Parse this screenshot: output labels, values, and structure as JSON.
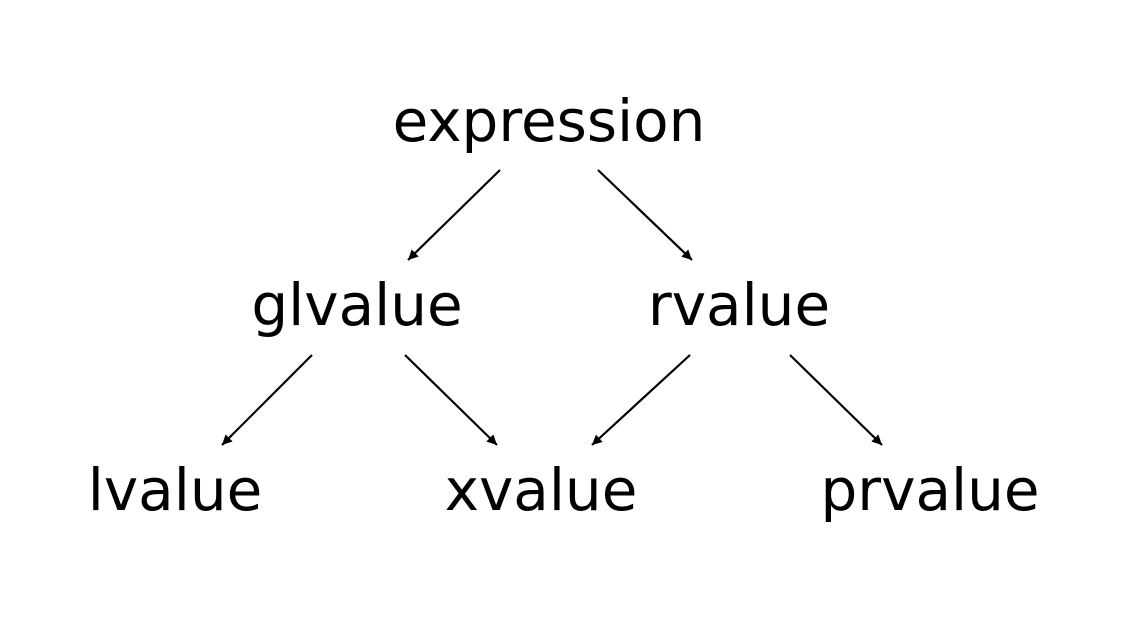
{
  "diagram": {
    "colors": {
      "text": "#000000",
      "edge": "#000000",
      "background": "#ffffff"
    },
    "nodes": {
      "expression": "expression",
      "glvalue": "glvalue",
      "rvalue": "rvalue",
      "lvalue": "lvalue",
      "xvalue": "xvalue",
      "prvalue": "prvalue"
    },
    "edges": [
      {
        "from": "expression",
        "to": "glvalue"
      },
      {
        "from": "expression",
        "to": "rvalue"
      },
      {
        "from": "glvalue",
        "to": "lvalue"
      },
      {
        "from": "glvalue",
        "to": "xvalue"
      },
      {
        "from": "rvalue",
        "to": "xvalue"
      },
      {
        "from": "rvalue",
        "to": "prvalue"
      }
    ]
  }
}
